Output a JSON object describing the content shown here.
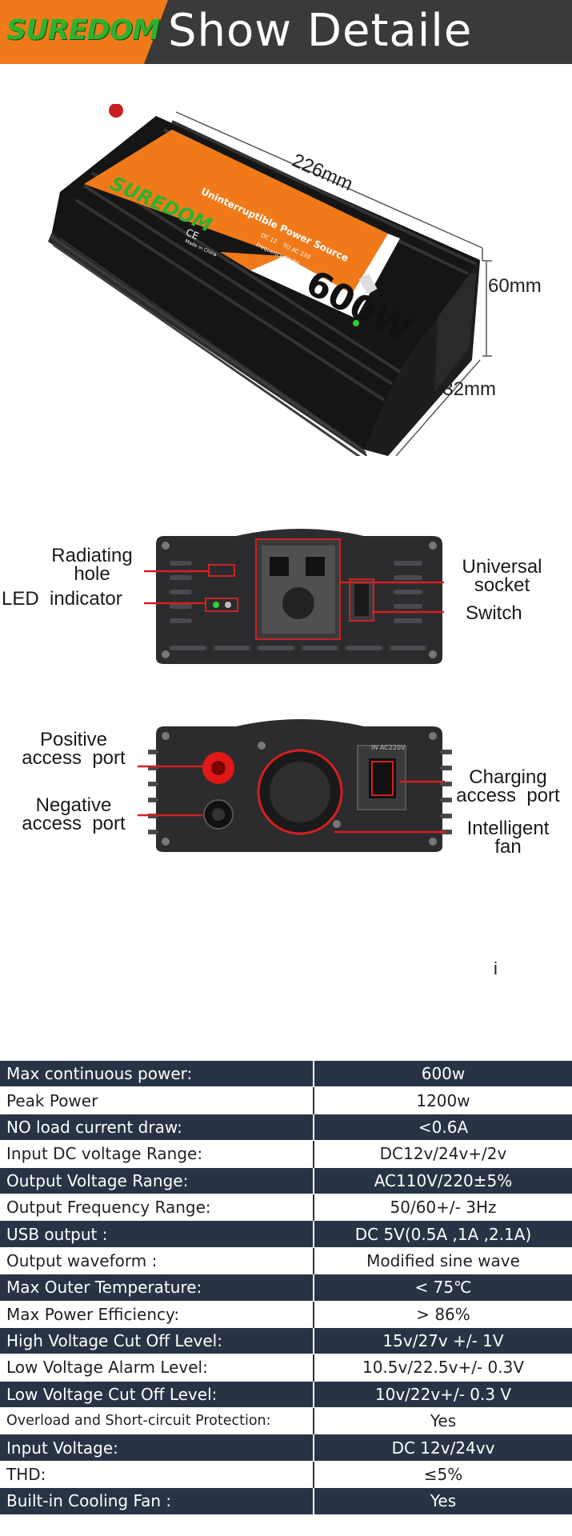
{
  "header": {
    "brand": "SUREDOM",
    "title": "Show Detaile"
  },
  "product": {
    "label_brand": "SUREDOM",
    "label_line": "Uninterruptible Power Source",
    "label_ce": "CE",
    "label_made": "Made in China",
    "label_spec1": "DC 12    TO AC 220",
    "label_spec2": "Frequency 50/60",
    "power": "600W",
    "dim_length": "226mm",
    "dim_height": "60mm",
    "dim_width": "132mm"
  },
  "front_panel": {
    "radiating_hole": [
      "Radiating",
      "hole"
    ],
    "led_indicator": "LED  indicator",
    "universal_socket": [
      "Universal",
      "socket"
    ],
    "switch": "Switch"
  },
  "back_panel": {
    "positive_port": [
      "Positive",
      "access  port"
    ],
    "negative_port": [
      "Negative",
      "access  port"
    ],
    "charging_port": [
      "Charging",
      "access  port"
    ],
    "intelligent_fan": [
      "Intelligent",
      "fan"
    ],
    "socket_text": "IN AC220V"
  },
  "stray_char": "i",
  "specs": [
    {
      "label": "Max continuous power:",
      "value": "600w"
    },
    {
      "label": "Peak Power",
      "value": "1200w"
    },
    {
      "label": "NO load current draw:",
      "value": "<0.6A"
    },
    {
      "label": "Input DC voltage Range:",
      "value": "DC12v/24v+/2v"
    },
    {
      "label": "Output Voltage Range:",
      "value": "AC110V/220±5%"
    },
    {
      "label": "Output Frequency Range:",
      "value": "50/60+/- 3Hz"
    },
    {
      "label": "USB output :",
      "value": "DC 5V(0.5A ,1A ,2.1A)"
    },
    {
      "label": "Output waveform :",
      "value": "Modified sine wave"
    },
    {
      "label": "Max Outer Temperature:",
      "value": "< 75℃"
    },
    {
      "label": "Max Power Efficiency:",
      "value": "> 86%"
    },
    {
      "label": "High Voltage Cut Off Level:",
      "value": "15v/27v +/- 1V"
    },
    {
      "label": "Low Voltage Alarm Level:",
      "value": "10.5v/22.5v+/- 0.3V"
    },
    {
      "label": "Low Voltage Cut Off Level:",
      "value": "10v/22v+/- 0.3 V"
    },
    {
      "label": "Overload and Short-circuit Protection:",
      "value": "Yes"
    },
    {
      "label": "Input Voltage:",
      "value": "DC 12v/24vv"
    },
    {
      "label": "THD:",
      "value": "≤5%"
    },
    {
      "label": "Built-in Cooling Fan :",
      "value": "Yes"
    }
  ],
  "colors": {
    "header_bg": "#3a3a3a",
    "logo_orange": "#f07a1a",
    "brand_green": "#2fb12f",
    "table_dark": "#283445",
    "callout_red": "#d42020"
  }
}
